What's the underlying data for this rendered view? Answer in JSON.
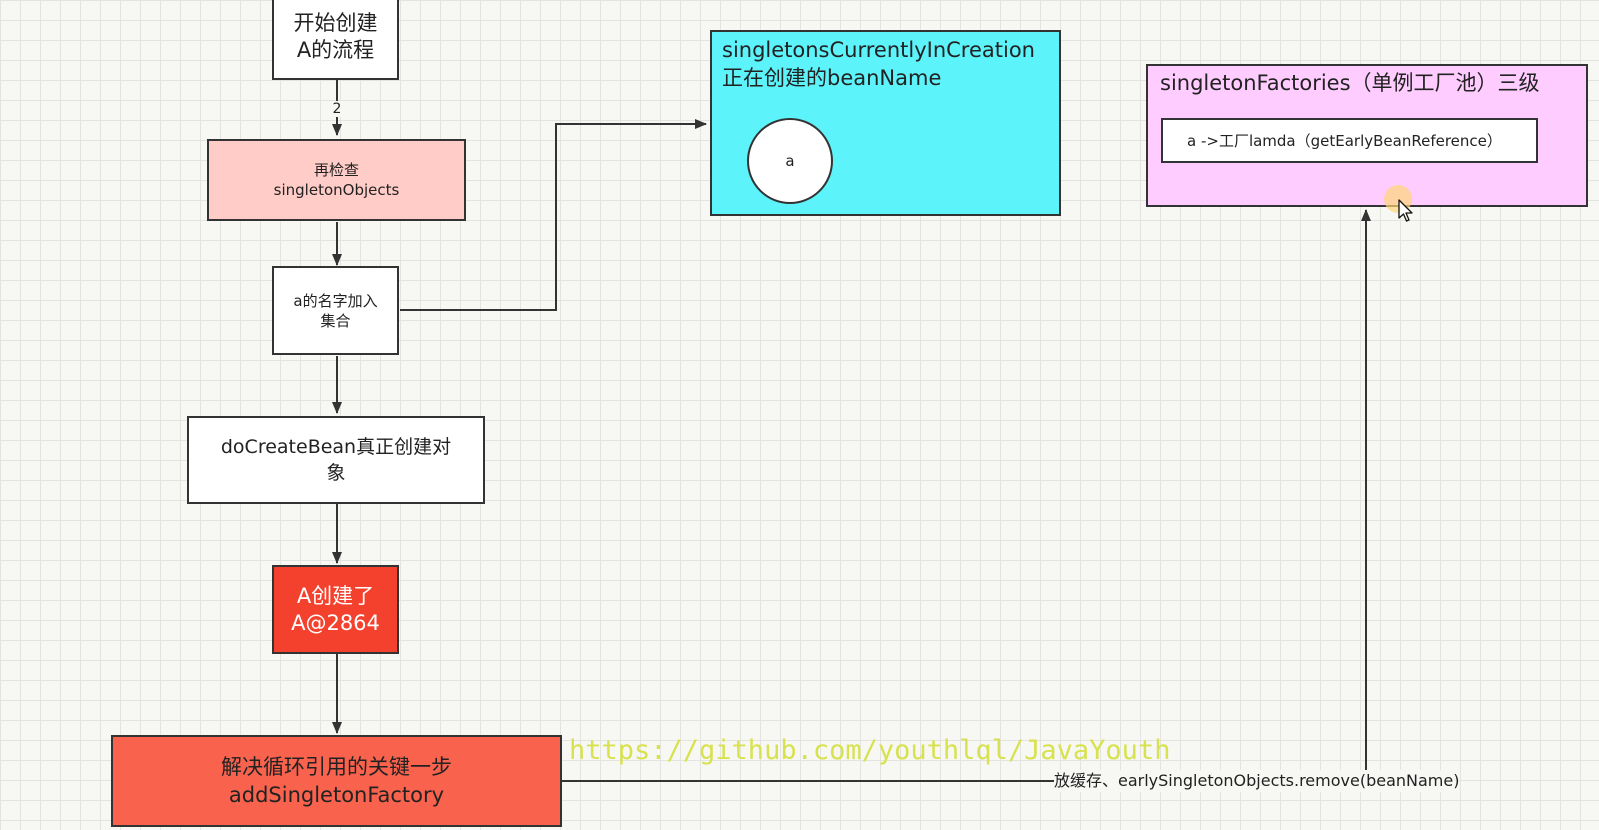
{
  "nodes": {
    "start_a": "开始创建\nA的流程",
    "edge_label_2": "2",
    "recheck": "再检查\nsingletonObjects",
    "add_name": "a的名字加入\n集合",
    "do_create": "doCreateBean真正创建对\n象",
    "created": "A创建了\nA@2864",
    "key_step": "解决循环引用的关键一步\naddSingletonFactory"
  },
  "currently_in_creation": {
    "title": "singletonsCurrentlyInCreation\n 正在创建的beanName",
    "item": "a"
  },
  "singleton_factories": {
    "title": "singletonFactories（单例工厂池）三级",
    "entry": "a ->工厂lamda（getEarlyBeanReference）"
  },
  "edge_label_cache": "放缓存、earlySingletonObjects.remove(beanName)",
  "watermark": "https://github.com/youthlql/JavaYouth",
  "colors": {
    "recheck_fill": "#ffccc7",
    "created_fill": "#f4412d",
    "key_step_fill": "#f9634d",
    "creation_box_fill": "#5cf3fb",
    "factories_box_fill": "#ffccff",
    "watermark": "#d8e24f"
  }
}
